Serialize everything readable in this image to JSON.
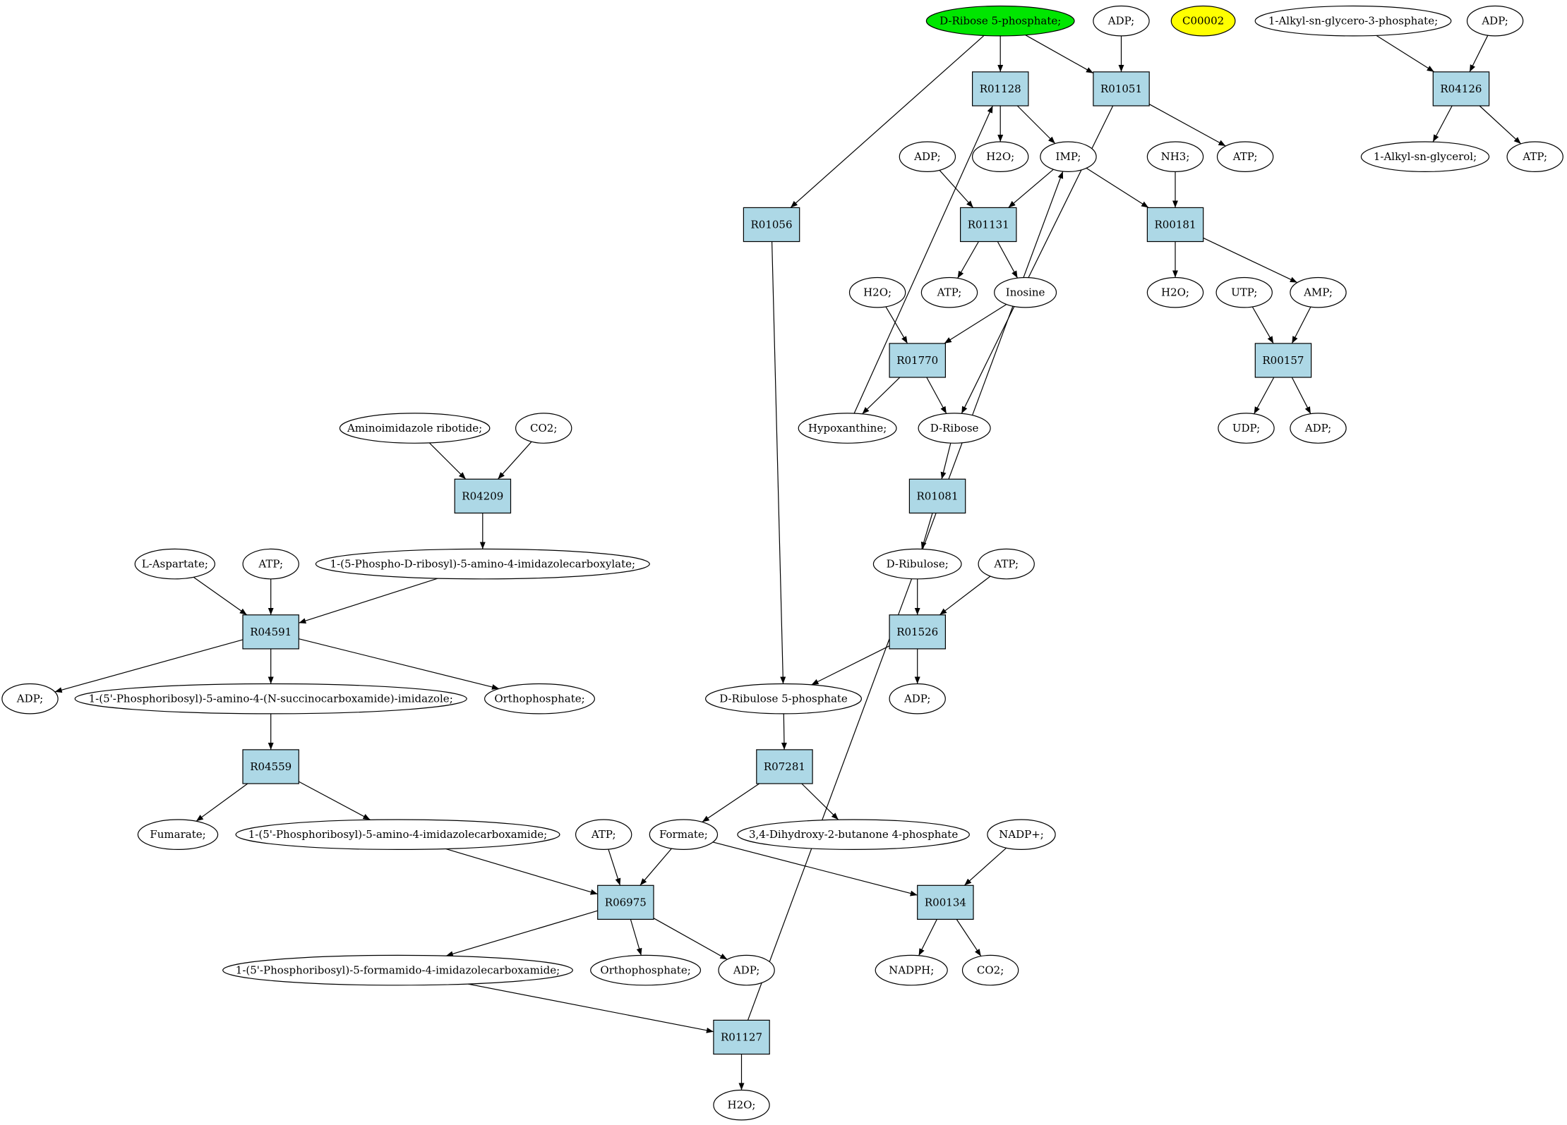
{
  "colors": {
    "reaction_fill": "#add8e6",
    "start_compound_fill": "#00e600",
    "highlight_compound_fill": "#ffff00",
    "compound_fill": "#ffffff",
    "stroke": "#000000"
  },
  "nodes": [
    {
      "id": "c_r5p",
      "label": "D-Ribose 5-phosphate;",
      "kind": "compound",
      "fill": "start"
    },
    {
      "id": "c_adp_a",
      "label": "ADP;",
      "kind": "compound"
    },
    {
      "id": "c_c00002",
      "label": "C00002",
      "kind": "compound",
      "fill": "highlight"
    },
    {
      "id": "c_alkylg3p",
      "label": "1-Alkyl-sn-glycero-3-phosphate;",
      "kind": "compound"
    },
    {
      "id": "c_adp_b",
      "label": "ADP;",
      "kind": "compound"
    },
    {
      "id": "r_R01128",
      "label": "R01128",
      "kind": "reaction"
    },
    {
      "id": "r_R01051",
      "label": "R01051",
      "kind": "reaction"
    },
    {
      "id": "r_R04126",
      "label": "R04126",
      "kind": "reaction"
    },
    {
      "id": "c_h2o_a",
      "label": "H2O;",
      "kind": "compound"
    },
    {
      "id": "c_imp",
      "label": "IMP;",
      "kind": "compound"
    },
    {
      "id": "c_adp_c",
      "label": "ADP;",
      "kind": "compound"
    },
    {
      "id": "c_nh3",
      "label": "NH3;",
      "kind": "compound"
    },
    {
      "id": "c_atp_a",
      "label": "ATP;",
      "kind": "compound"
    },
    {
      "id": "c_alkylg",
      "label": "1-Alkyl-sn-glycerol;",
      "kind": "compound"
    },
    {
      "id": "c_atp_b",
      "label": "ATP;",
      "kind": "compound"
    },
    {
      "id": "r_R01056",
      "label": "R01056",
      "kind": "reaction"
    },
    {
      "id": "r_R01131",
      "label": "R01131",
      "kind": "reaction"
    },
    {
      "id": "r_R00181",
      "label": "R00181",
      "kind": "reaction"
    },
    {
      "id": "c_h2o_b",
      "label": "H2O;",
      "kind": "compound"
    },
    {
      "id": "c_atp_c",
      "label": "ATP;",
      "kind": "compound"
    },
    {
      "id": "c_inosine",
      "label": "Inosine",
      "kind": "compound"
    },
    {
      "id": "c_h2o_c",
      "label": "H2O;",
      "kind": "compound"
    },
    {
      "id": "c_utp",
      "label": "UTP;",
      "kind": "compound"
    },
    {
      "id": "c_amp",
      "label": "AMP;",
      "kind": "compound"
    },
    {
      "id": "r_R01770",
      "label": "R01770",
      "kind": "reaction"
    },
    {
      "id": "r_R00157",
      "label": "R00157",
      "kind": "reaction"
    },
    {
      "id": "c_hypox",
      "label": "Hypoxanthine;",
      "kind": "compound"
    },
    {
      "id": "c_dribose",
      "label": "D-Ribose",
      "kind": "compound"
    },
    {
      "id": "c_udp",
      "label": "UDP;",
      "kind": "compound"
    },
    {
      "id": "c_adp_d",
      "label": "ADP;",
      "kind": "compound"
    },
    {
      "id": "c_air",
      "label": "Aminoimidazole ribotide;",
      "kind": "compound"
    },
    {
      "id": "c_co2_a",
      "label": "CO2;",
      "kind": "compound"
    },
    {
      "id": "r_R04209",
      "label": "R04209",
      "kind": "reaction"
    },
    {
      "id": "r_R01081",
      "label": "R01081",
      "kind": "reaction"
    },
    {
      "id": "c_laspartate",
      "label": "L-Aspartate;",
      "kind": "compound"
    },
    {
      "id": "c_atp_d",
      "label": "ATP;",
      "kind": "compound"
    },
    {
      "id": "c_cair",
      "label": "1-(5-Phospho-D-ribosyl)-5-amino-4-imidazolecarboxylate;",
      "kind": "compound"
    },
    {
      "id": "c_dribulose",
      "label": "D-Ribulose;",
      "kind": "compound"
    },
    {
      "id": "c_atp_e",
      "label": "ATP;",
      "kind": "compound"
    },
    {
      "id": "r_R04591",
      "label": "R04591",
      "kind": "reaction"
    },
    {
      "id": "r_R01526",
      "label": "R01526",
      "kind": "reaction"
    },
    {
      "id": "c_adp_e",
      "label": "ADP;",
      "kind": "compound"
    },
    {
      "id": "c_saicar",
      "label": "1-(5'-Phosphoribosyl)-5-amino-4-(N-succinocarboxamide)-imidazole;",
      "kind": "compound"
    },
    {
      "id": "c_pi_a",
      "label": "Orthophosphate;",
      "kind": "compound"
    },
    {
      "id": "c_ru5p",
      "label": "D-Ribulose 5-phosphate",
      "kind": "compound"
    },
    {
      "id": "c_adp_f",
      "label": "ADP;",
      "kind": "compound"
    },
    {
      "id": "r_R04559",
      "label": "R04559",
      "kind": "reaction"
    },
    {
      "id": "r_R07281",
      "label": "R07281",
      "kind": "reaction"
    },
    {
      "id": "c_fumarate",
      "label": "Fumarate;",
      "kind": "compound"
    },
    {
      "id": "c_aicar",
      "label": "1-(5'-Phosphoribosyl)-5-amino-4-imidazolecarboxamide;",
      "kind": "compound"
    },
    {
      "id": "c_atp_f",
      "label": "ATP;",
      "kind": "compound"
    },
    {
      "id": "c_formate",
      "label": "Formate;",
      "kind": "compound"
    },
    {
      "id": "c_dhbp",
      "label": "3,4-Dihydroxy-2-butanone 4-phosphate",
      "kind": "compound"
    },
    {
      "id": "c_nadp",
      "label": "NADP+;",
      "kind": "compound"
    },
    {
      "id": "r_R06975",
      "label": "R06975",
      "kind": "reaction"
    },
    {
      "id": "r_R00134",
      "label": "R00134",
      "kind": "reaction"
    },
    {
      "id": "c_faicar",
      "label": "1-(5'-Phosphoribosyl)-5-formamido-4-imidazolecarboxamide;",
      "kind": "compound"
    },
    {
      "id": "c_pi_b",
      "label": "Orthophosphate;",
      "kind": "compound"
    },
    {
      "id": "c_adp_g",
      "label": "ADP;",
      "kind": "compound"
    },
    {
      "id": "c_nadph",
      "label": "NADPH;",
      "kind": "compound"
    },
    {
      "id": "c_co2_b",
      "label": "CO2;",
      "kind": "compound"
    },
    {
      "id": "r_R01127",
      "label": "R01127",
      "kind": "reaction"
    },
    {
      "id": "c_h2o_d",
      "label": "H2O;",
      "kind": "compound"
    }
  ],
  "edges": [
    [
      "c_r5p",
      "r_R01128"
    ],
    [
      "c_r5p",
      "r_R01051"
    ],
    [
      "c_r5p",
      "r_R01056"
    ],
    [
      "c_adp_a",
      "r_R01051"
    ],
    [
      "c_alkylg3p",
      "r_R04126"
    ],
    [
      "c_adp_b",
      "r_R04126"
    ],
    [
      "r_R04126",
      "c_alkylg"
    ],
    [
      "r_R04126",
      "c_atp_b"
    ],
    [
      "r_R01128",
      "c_h2o_a"
    ],
    [
      "r_R01128",
      "c_imp"
    ],
    [
      "r_R01051",
      "c_atp_a"
    ],
    [
      "r_R01051",
      "c_dribose"
    ],
    [
      "c_adp_c",
      "r_R01131"
    ],
    [
      "c_imp",
      "r_R01131"
    ],
    [
      "c_imp",
      "r_R00181"
    ],
    [
      "c_nh3",
      "r_R00181"
    ],
    [
      "r_R01131",
      "c_atp_c"
    ],
    [
      "r_R01131",
      "c_inosine"
    ],
    [
      "r_R00181",
      "c_h2o_b"
    ],
    [
      "r_R00181",
      "c_amp"
    ],
    [
      "c_h2o_c",
      "r_R01770"
    ],
    [
      "c_inosine",
      "r_R01770"
    ],
    [
      "r_R01770",
      "c_hypox"
    ],
    [
      "r_R01770",
      "c_dribose"
    ],
    [
      "c_hypox",
      "r_R01128"
    ],
    [
      "c_utp",
      "r_R00157"
    ],
    [
      "c_amp",
      "r_R00157"
    ],
    [
      "r_R00157",
      "c_udp"
    ],
    [
      "r_R00157",
      "c_adp_d"
    ],
    [
      "c_air",
      "r_R04209"
    ],
    [
      "c_co2_a",
      "r_R04209"
    ],
    [
      "r_R04209",
      "c_cair"
    ],
    [
      "c_dribose",
      "r_R01081"
    ],
    [
      "r_R01081",
      "c_dribulose"
    ],
    [
      "c_dribulose",
      "r_R01526"
    ],
    [
      "c_atp_e",
      "r_R01526"
    ],
    [
      "r_R01526",
      "c_ru5p"
    ],
    [
      "r_R01526",
      "c_adp_f"
    ],
    [
      "r_R01056",
      "c_ru5p"
    ],
    [
      "c_laspartate",
      "r_R04591"
    ],
    [
      "c_atp_d",
      "r_R04591"
    ],
    [
      "c_cair",
      "r_R04591"
    ],
    [
      "r_R04591",
      "c_adp_e"
    ],
    [
      "r_R04591",
      "c_saicar"
    ],
    [
      "r_R04591",
      "c_pi_a"
    ],
    [
      "c_saicar",
      "r_R04559"
    ],
    [
      "r_R04559",
      "c_fumarate"
    ],
    [
      "r_R04559",
      "c_aicar"
    ],
    [
      "c_ru5p",
      "r_R07281"
    ],
    [
      "r_R07281",
      "c_formate"
    ],
    [
      "r_R07281",
      "c_dhbp"
    ],
    [
      "c_aicar",
      "r_R06975"
    ],
    [
      "c_atp_f",
      "r_R06975"
    ],
    [
      "c_formate",
      "r_R06975"
    ],
    [
      "r_R06975",
      "c_faicar"
    ],
    [
      "r_R06975",
      "c_pi_b"
    ],
    [
      "r_R06975",
      "c_adp_g"
    ],
    [
      "c_formate",
      "r_R00134"
    ],
    [
      "c_nadp",
      "r_R00134"
    ],
    [
      "r_R00134",
      "c_nadph"
    ],
    [
      "r_R00134",
      "c_co2_b"
    ],
    [
      "c_faicar",
      "r_R01127"
    ],
    [
      "r_R01127",
      "c_h2o_d"
    ],
    [
      "r_R01127",
      "c_imp"
    ]
  ]
}
